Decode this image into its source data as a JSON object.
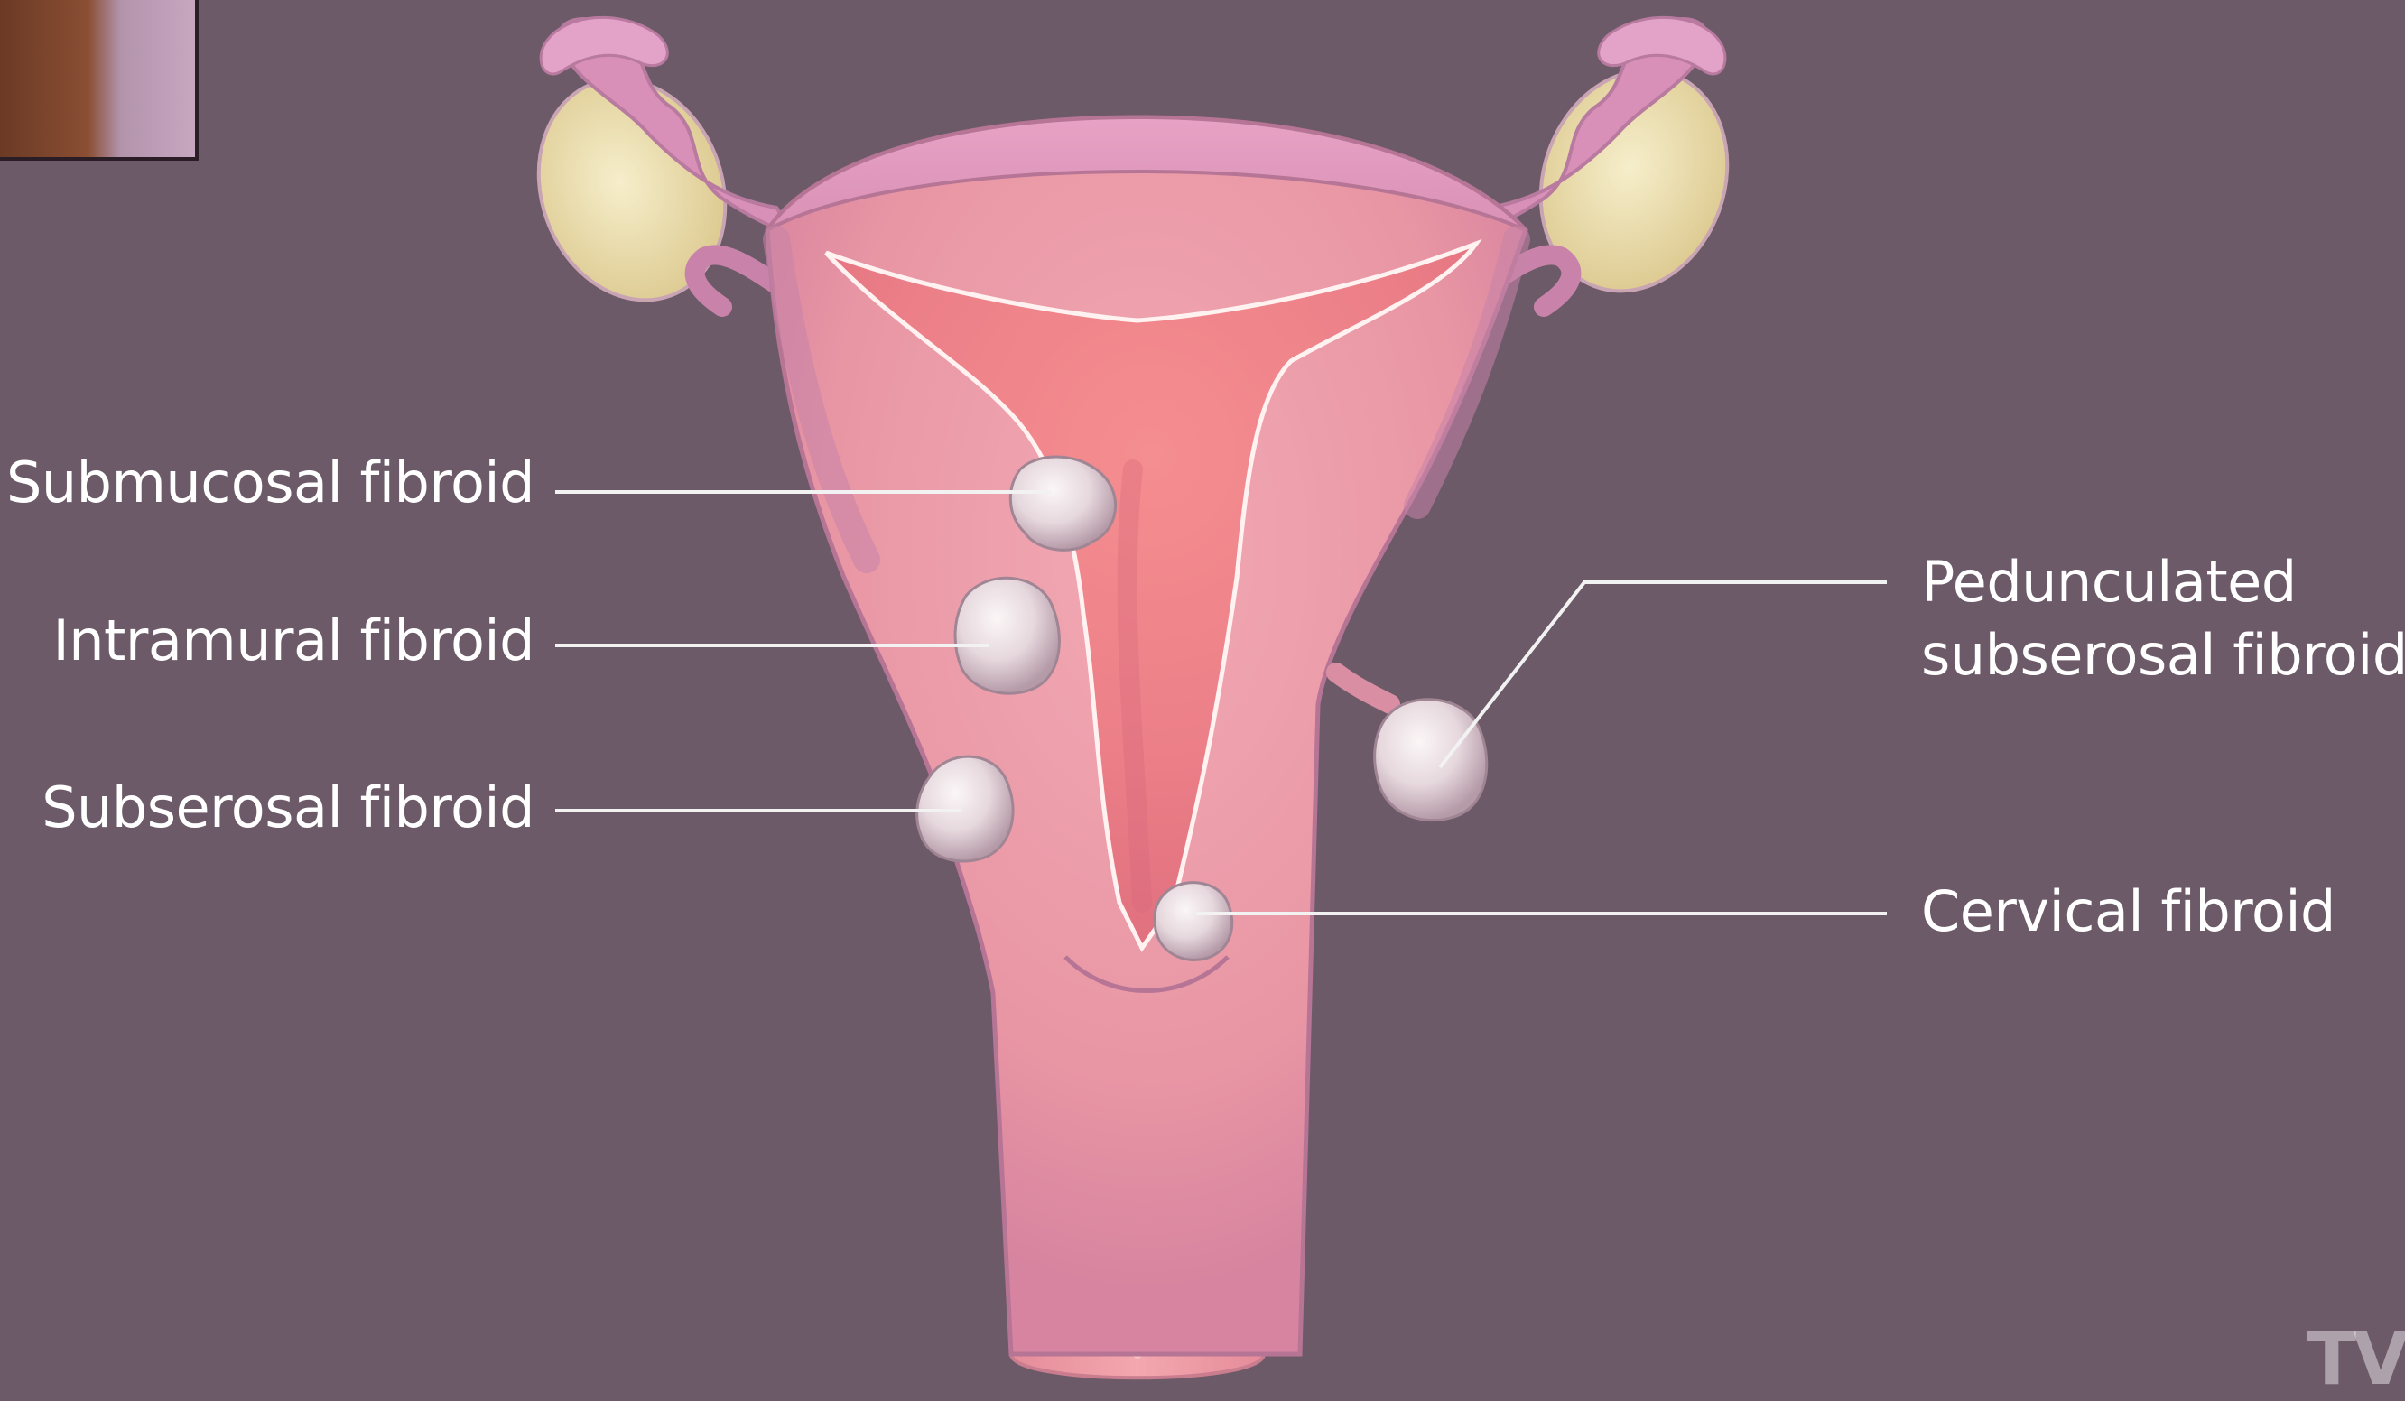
{
  "labels": {
    "submucosal": "Submucosal fibroid",
    "intramural": "Intramural fibroid",
    "subserosal": "Subserosal fibroid",
    "pedunculated_line1": "Pedunculated",
    "pedunculated_line2": "subserosal fibroid",
    "cervical": "Cervical fibroid"
  },
  "watermark": "TV",
  "colors": {
    "background": "#6d5a68",
    "uterus_wall": "#e89aa4",
    "uterus_outer": "#d58ea8",
    "cavity": "#f0828a",
    "fibroid": "#e8dfe4",
    "ovary": "#ecdfb2",
    "label_text": "#ffffff"
  }
}
